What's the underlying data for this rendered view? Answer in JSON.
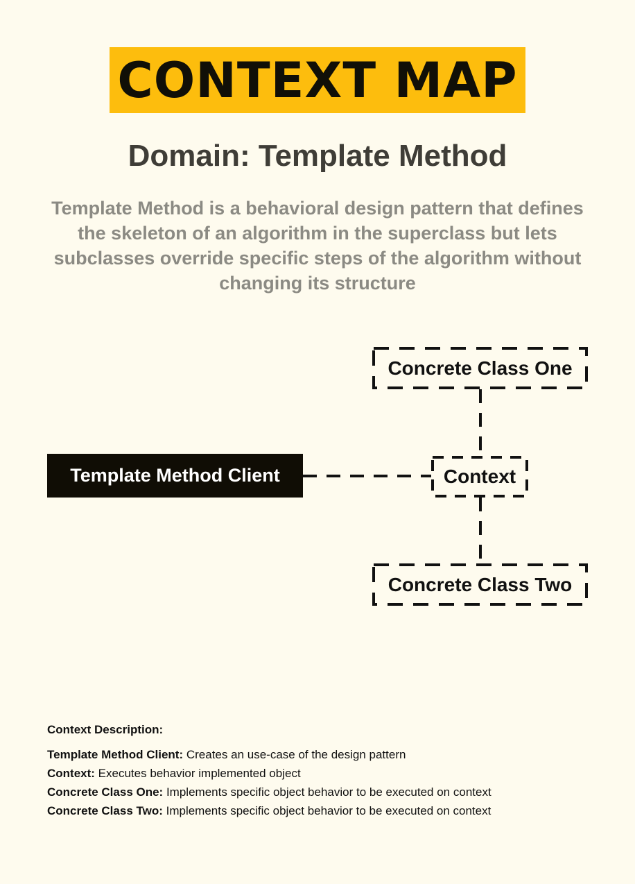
{
  "banner": "CONTEXT MAP",
  "domain_title": "Domain: Template Method",
  "summary": "Template Method is a behavioral design pattern that defines the skeleton of an algorithm in the superclass but lets subclasses override specific steps of the algorithm without changing its structure",
  "nodes": {
    "client": "Template Method Client",
    "context": "Context",
    "concrete_one": "Concrete Class One",
    "concrete_two": "Concrete Class Two"
  },
  "description": {
    "heading": "Context Description:",
    "items": [
      {
        "term": "Template Method Client:",
        "text": " Creates an use-case of the design pattern"
      },
      {
        "term": "Context:",
        "text": " Executes behavior implemented object"
      },
      {
        "term": "Concrete Class One:",
        "text": " Implements specific object behavior to be executed on context"
      },
      {
        "term": "Concrete Class Two:",
        "text": " Implements specific object behavior to be executed on context"
      }
    ]
  },
  "colors": {
    "background": "#fefbee",
    "banner": "#fdbd0d",
    "client_box": "#100d05",
    "title": "#3f3d37",
    "summary": "#8b8a83"
  }
}
